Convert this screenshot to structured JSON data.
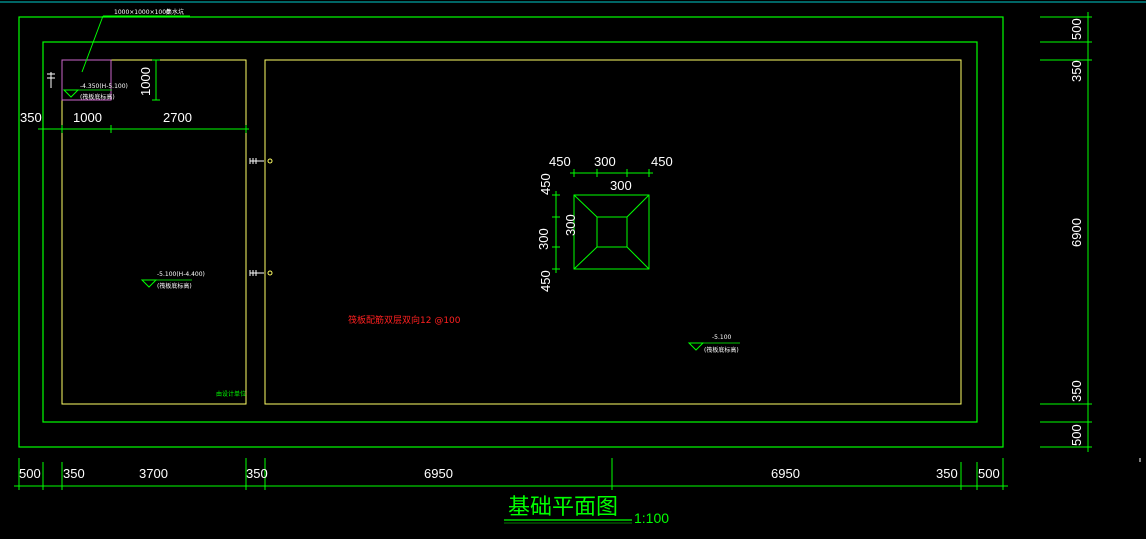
{
  "title": "基础平面图",
  "scale": "1:100",
  "colors": {
    "background": "#000000",
    "outline": "#00ff00",
    "inner": "#ffff66",
    "dimension": "#00ff00",
    "text": "#ffffff",
    "note": "#ff2020",
    "highlight": "#cc66cc",
    "topline": "#00cccc"
  },
  "bottom_dims": [
    "500",
    "350",
    "3700",
    "350",
    "6950",
    "6950",
    "350",
    "500"
  ],
  "right_dims": [
    "500",
    "350",
    "6900",
    "350",
    "500"
  ],
  "left_detail_dims": {
    "left": "350",
    "mid": "1000",
    "right": "2700",
    "vertical": "1000"
  },
  "pit_dims": {
    "top_a": "450",
    "top_b": "300",
    "top_c": "450",
    "inner_top": "300",
    "left_a": "450",
    "left_b": "300",
    "left_c": "450",
    "inner_left": "300"
  },
  "elevations": {
    "top_left": {
      "value": "-4.350(H-5.100)",
      "note": "(筏板底标高)"
    },
    "left_room": {
      "value": "-5.100(H-4.400)",
      "note": "(筏板底标高)"
    },
    "right_room": {
      "value": "-5.100",
      "note": "(筏板底标高)"
    }
  },
  "leader_note": {
    "size": "1000×1000×1000",
    "label": "集水坑"
  },
  "raft_note": "筏板配筋双层双向12 @100",
  "corner_note": "由设计单位"
}
